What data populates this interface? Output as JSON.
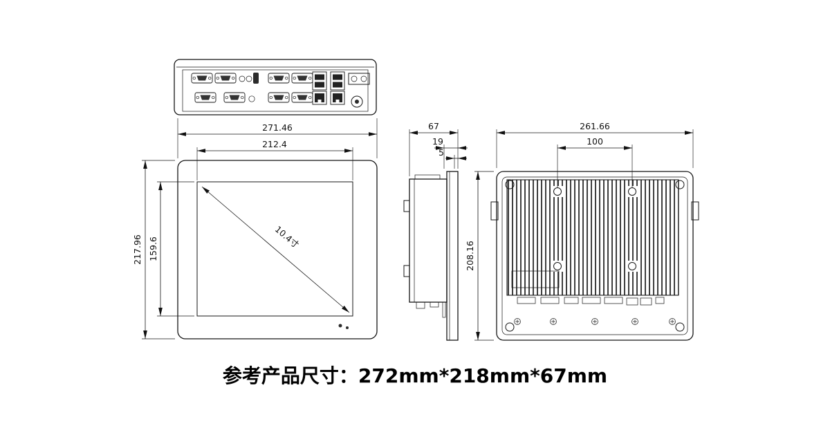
{
  "caption": "参考产品尺寸：272mm*218mm*67mm",
  "views": {
    "front": {
      "dims": {
        "width_outer": "271.46",
        "width_screen": "212.4",
        "height_outer": "217.96",
        "height_screen": "159.6",
        "diagonal": "10.4寸"
      }
    },
    "side": {
      "dims": {
        "depth": "67",
        "depth_front": "19",
        "bezel": "5"
      }
    },
    "rear": {
      "dims": {
        "width": "261.66",
        "hole_spacing": "100",
        "height": "208.16"
      }
    }
  }
}
